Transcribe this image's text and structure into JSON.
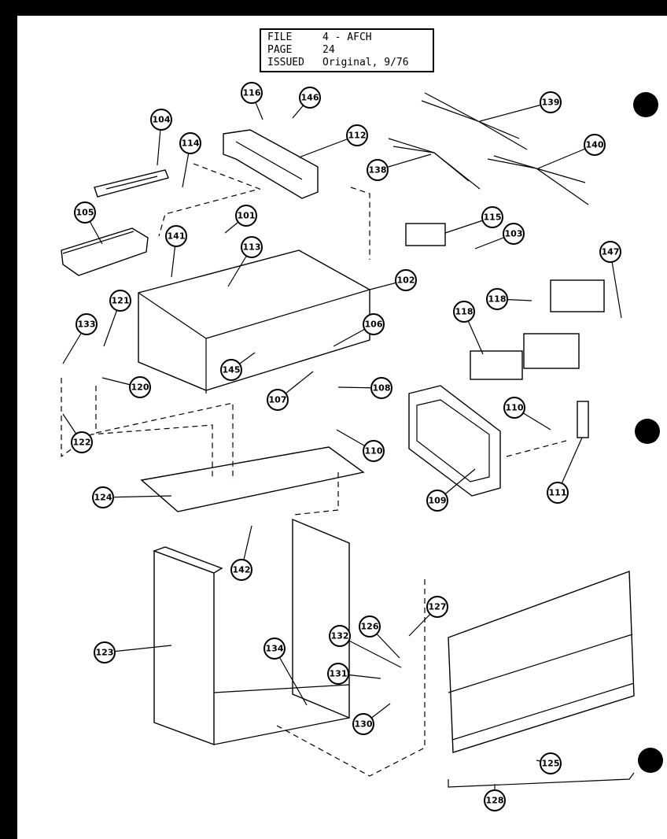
{
  "title_block": {
    "rows": [
      {
        "key": "FILE",
        "value": "4 - AFCH"
      },
      {
        "key": "PAGE",
        "value": "24"
      },
      {
        "key": "ISSUED",
        "value": "Original, 9/76"
      }
    ]
  },
  "callouts": [
    "116",
    "146",
    "104",
    "114",
    "112",
    "139",
    "138",
    "140",
    "105",
    "101",
    "141",
    "113",
    "115",
    "103",
    "147",
    "102",
    "121",
    "133",
    "106",
    "118",
    "118",
    "120",
    "145",
    "107",
    "108",
    "110",
    "122",
    "110",
    "109",
    "111",
    "124",
    "142",
    "127",
    "132",
    "126",
    "123",
    "134",
    "131",
    "130",
    "125",
    "128"
  ]
}
